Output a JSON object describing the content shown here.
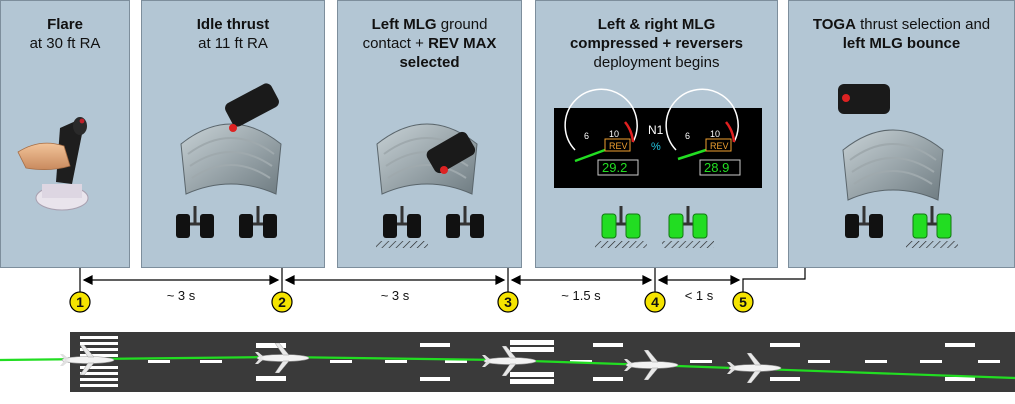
{
  "panels": [
    {
      "line1_bold": "Flare",
      "line2": "at 30 ft RA"
    },
    {
      "line1_bold": "Idle thrust",
      "line2": "at 11 ft RA"
    },
    {
      "l1_bold": "Left MLG",
      "l1_rest": " ground",
      "l2_pre": "contact + ",
      "l2_bold": "REV MAX",
      "l3_bold": "selected"
    },
    {
      "l1_bold": "Left & right MLG",
      "l2_bold": "compressed + reversers",
      "l3": "deployment begins"
    },
    {
      "l1_bold": "TOGA",
      "l1_rest": " thrust selection and",
      "l2_bold": "left MLG bounce"
    }
  ],
  "gauges": {
    "left": {
      "tick_6": "6",
      "tick_10": "10",
      "rev": "REV",
      "value": "29.2"
    },
    "center": {
      "label": "N1",
      "unit": "%"
    },
    "right": {
      "tick_6": "6",
      "tick_10": "10",
      "rev": "REV",
      "value": "28.9"
    }
  },
  "timeline": {
    "events": [
      "1",
      "2",
      "3",
      "4",
      "5"
    ],
    "intervals": [
      "~ 3 s",
      "~ 3 s",
      "~ 1.5 s",
      "< 1 s"
    ]
  },
  "colors": {
    "panel": "#b3c6d4",
    "event_marker": "#f5e400",
    "gear_compressed": "#22dd22",
    "trajectory": "#22dd22",
    "runway": "#3a3a3a"
  }
}
